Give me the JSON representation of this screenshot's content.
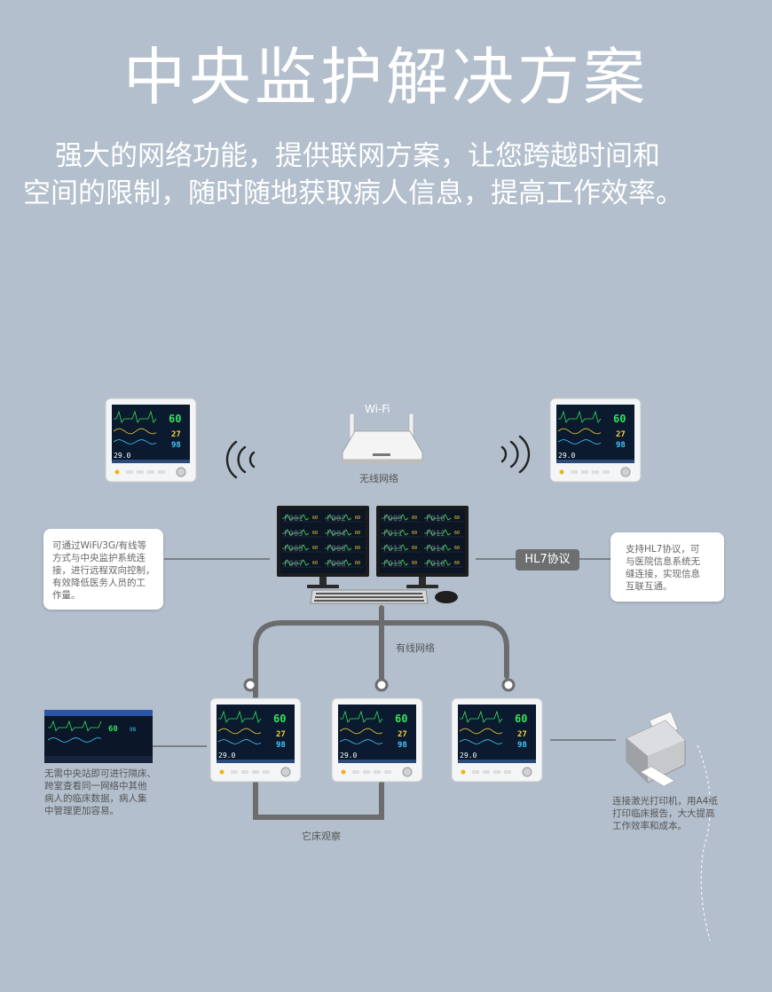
{
  "header": {
    "title": "中央监护解决方案",
    "subtitle_line1": "强大的网络功能，提供联网方案，让您跨越时间和",
    "subtitle_line2": "空间的限制，随时随地获取病人信息，提高工作效率。"
  },
  "labels": {
    "wifi": "Wi-Fi",
    "wireless": "无线网络",
    "wired": "有线网络",
    "hl7": "HL7协议",
    "other_bed": "它床观察"
  },
  "cards": {
    "left": [
      "可通过WiFi/3G/有线等",
      "方式与中央监护系统连",
      "接，进行远程双向控制，",
      "有效降低医务人员的工",
      "作量。"
    ],
    "right": [
      "支持HL7协议，可",
      "与医院信息系统无",
      "缝连接，实现信息",
      "互联互通。"
    ]
  },
  "notes": {
    "bottom_left": [
      "无需中央站即可进行隔床、",
      "跨室查看同一网络中其他",
      "病人的临床数据，病人集",
      "中管理更加容易。"
    ],
    "bottom_right": [
      "连接激光打印机，用A4纸",
      "打印临床报告，大大提高",
      "工作效率和成本。"
    ]
  },
  "monitor": {
    "hr": "60",
    "spo2": "27",
    "resp": "98",
    "temp": "29.0"
  },
  "central": [
    "F001",
    "F003",
    "F005",
    "F007",
    "F002",
    "F004",
    "F006",
    "F008",
    "F009",
    "F011",
    "F013",
    "F015",
    "F010",
    "F012",
    "F014",
    "F016"
  ],
  "colors": {
    "background": "#b3bfcd",
    "screen": "#0b1a2e",
    "ecg": "#35e05a",
    "spo2": "#f2d23a",
    "resp": "#3ec6ff",
    "cable": "#6b6c6e"
  }
}
